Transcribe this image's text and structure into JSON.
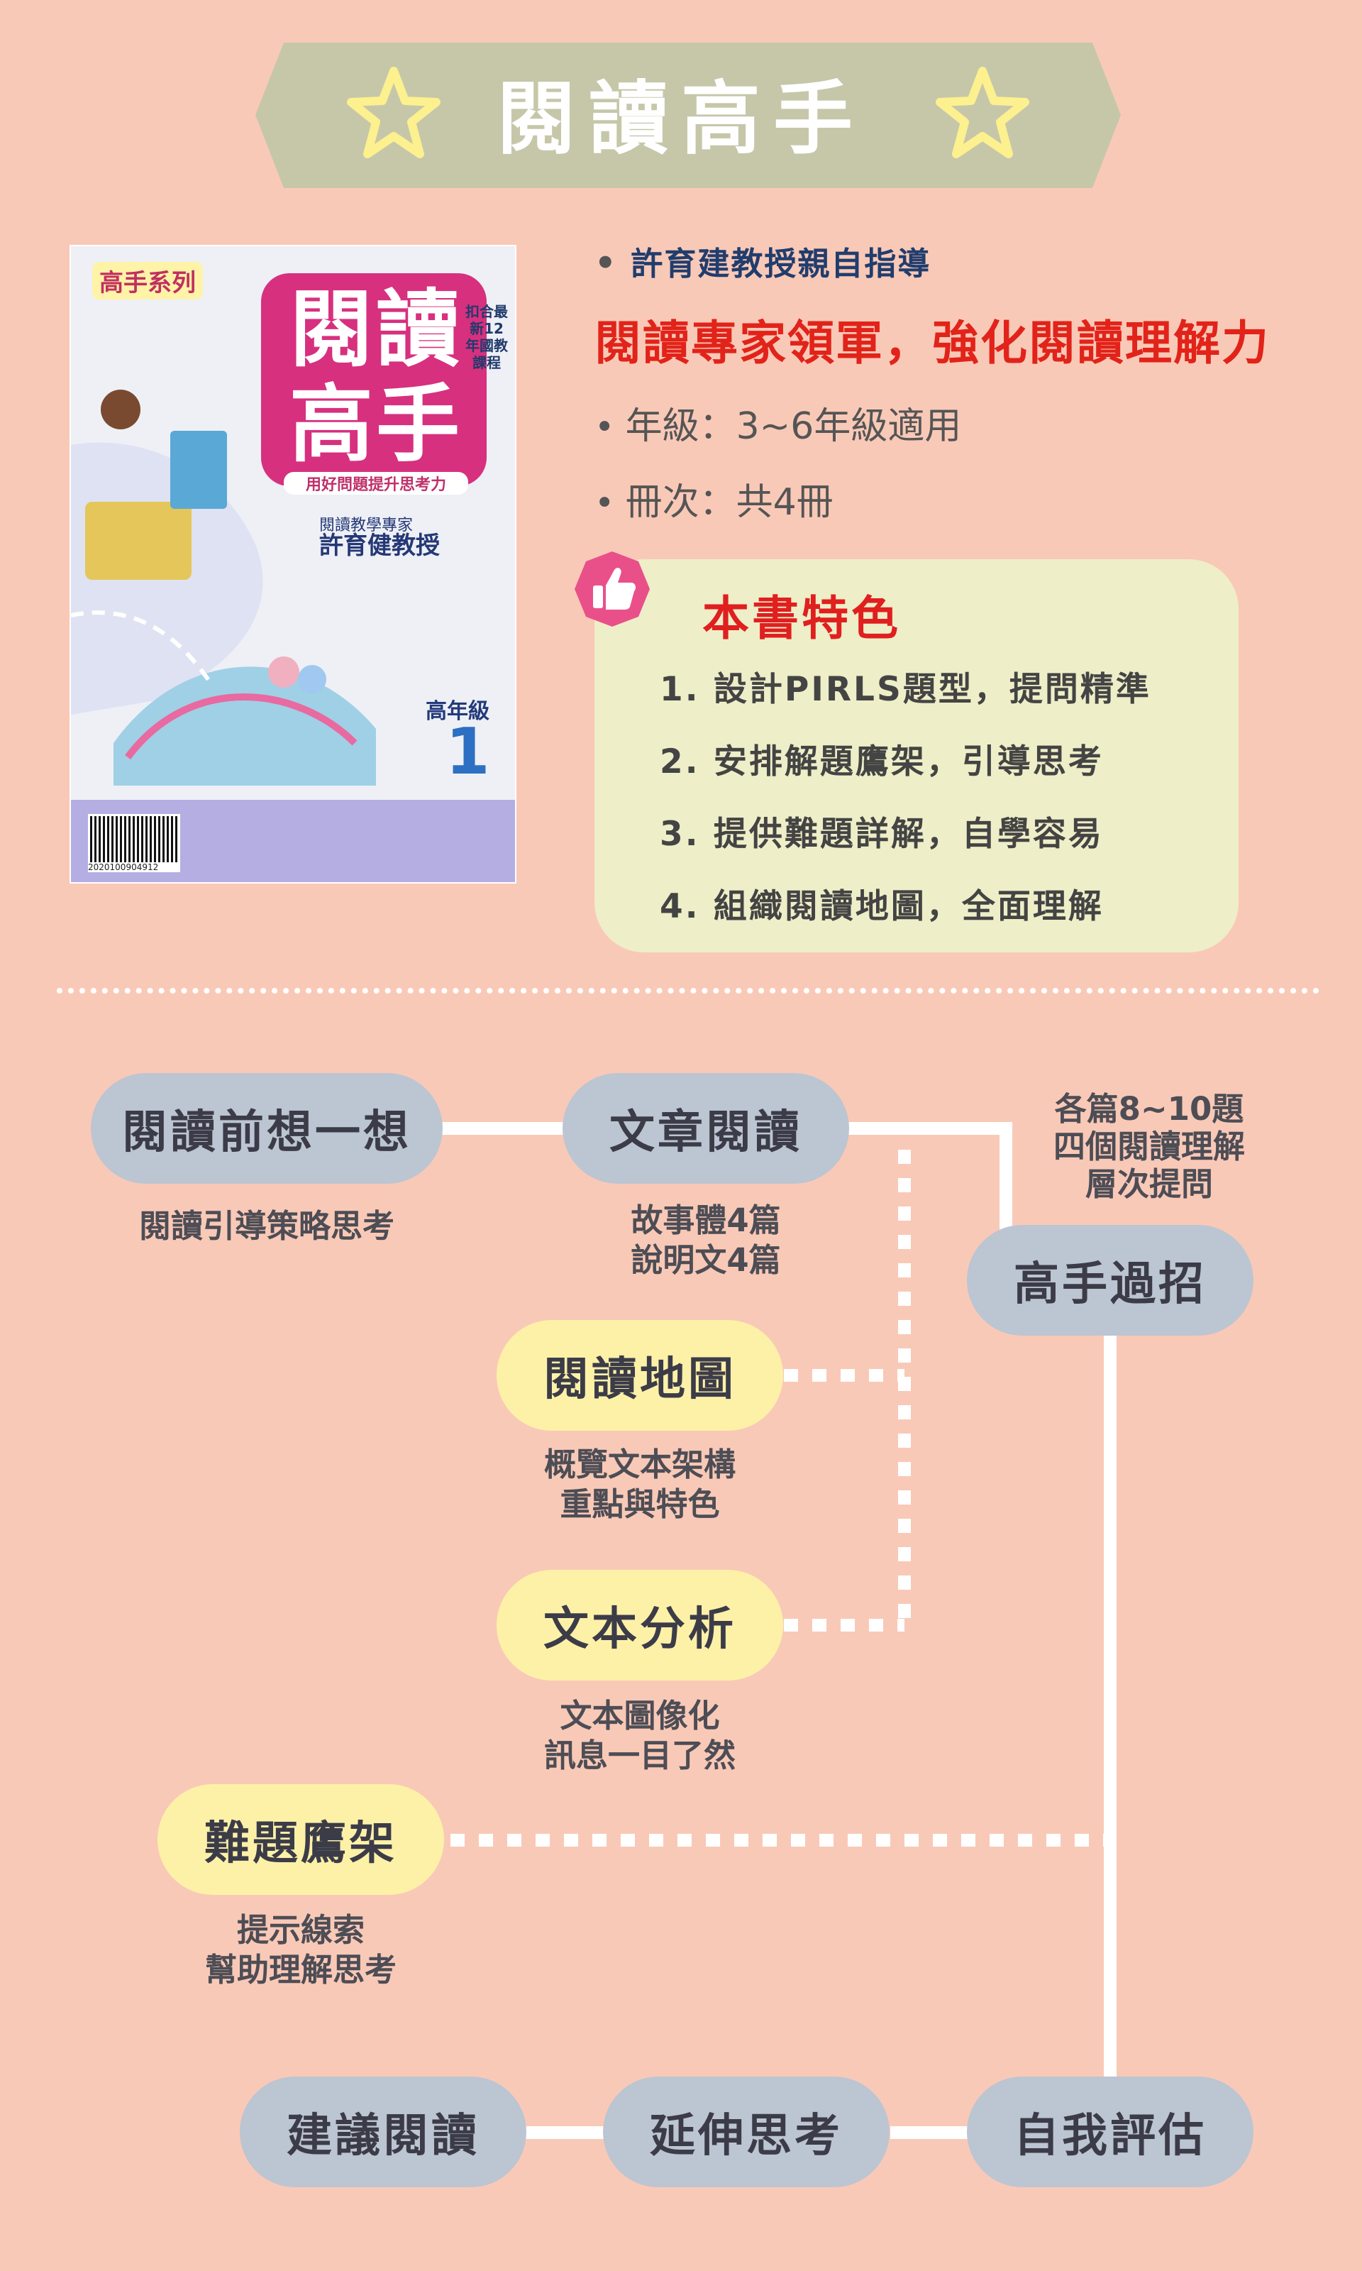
{
  "banner": {
    "title": "閱讀高手"
  },
  "cover": {
    "series": "高手系列",
    "title": "閱讀高手",
    "subtitle": "用好問題提升思考力",
    "tag": "扣合最新12年國教課程",
    "author": "許育健教授",
    "author_role": "閱讀教學專家",
    "grade": "高年級",
    "volume": "1",
    "barcode": "2020100904912"
  },
  "description": {
    "lead": "許育建教授親自指導",
    "headline": "閱讀專家領軍，強化閱讀理解力",
    "grade": "年級：3~6年級適用",
    "volumes": "冊次：共4冊"
  },
  "features": {
    "title": "本書特色",
    "items": [
      "1. 設計PIRLS題型，提問精準",
      "2. 安排解題鷹架，引導思考",
      "3. 提供難題詳解，自學容易",
      "4. 組織閱讀地圖，全面理解"
    ]
  },
  "flow": {
    "nodes": {
      "prereading": "閱讀前想一想",
      "article": "文章閱讀",
      "master": "高手過招",
      "map": "閱讀地圖",
      "analysis": "文本分析",
      "scaffold": "難題鷹架",
      "suggest": "建議閱讀",
      "extend": "延伸思考",
      "selfeval": "自我評估"
    },
    "notes": {
      "prereading": [
        "閱讀引導策略思考"
      ],
      "article": [
        "故事體4篇",
        "說明文4篇"
      ],
      "master": [
        "各篇8~10題",
        "四個閱讀理解",
        "層次提問"
      ],
      "map": [
        "概覽文本架構",
        "重點與特色"
      ],
      "analysis": [
        "文本圖像化",
        "訊息一目了然"
      ],
      "scaffold": [
        "提示線索",
        "幫助理解思考"
      ]
    }
  },
  "colors": {
    "background": "#f9c9b7",
    "banner": "#c6c7a9",
    "star": "#fdf08e",
    "gray_node": "#bcc5d2",
    "yellow_node": "#fdf1a8",
    "headline": "#e2231a"
  }
}
